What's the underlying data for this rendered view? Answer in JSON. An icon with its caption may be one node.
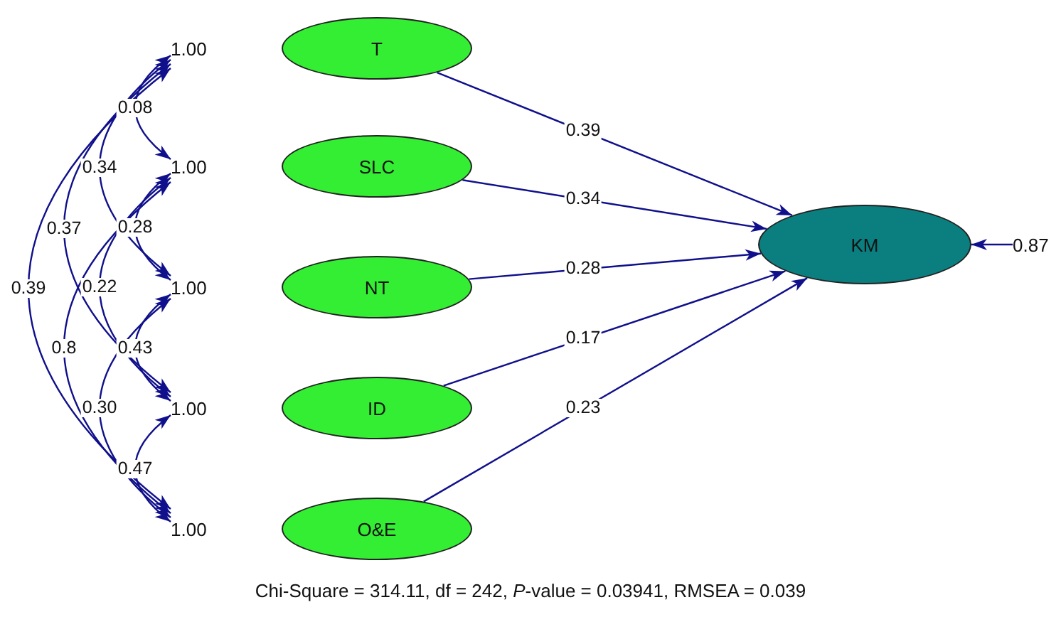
{
  "diagram": {
    "caption": "Chi-Square = 314.11, df = 242, *P*-value = 0.03941, RMSEA = 0.039",
    "nodes": [
      {
        "text": [
          "1.00"
        ]
      },
      {
        "text": [
          "1.00"
        ]
      },
      {
        "text": [
          "1.00"
        ]
      },
      {
        "text": [
          "1.00"
        ]
      },
      {
        "text": [
          "1.00"
        ]
      },
      {
        "text": [
          "T"
        ]
      },
      {
        "text": [
          "SLC"
        ]
      },
      {
        "text": [
          "NT"
        ]
      },
      {
        "text": [
          "ID"
        ]
      },
      {
        "text": [
          "O&E"
        ]
      },
      {
        "text": [
          "KM"
        ]
      },
      {
        "text": [
          "0.87"
        ]
      }
    ],
    "edges": [
      {
        "from": 0,
        "to": 1,
        "arrow": "both",
        "label": "0.08"
      },
      {
        "from": 0,
        "to": 2,
        "arrow": "both",
        "label": "0.34"
      },
      {
        "from": 0,
        "to": 3,
        "arrow": "both",
        "label": "0.37"
      },
      {
        "from": 1,
        "to": 2,
        "arrow": "both",
        "label": "0.28"
      },
      {
        "from": 0,
        "to": 4,
        "arrow": "both",
        "label": "0.39"
      },
      {
        "from": 1,
        "to": 3,
        "arrow": "both",
        "label": "0.22"
      },
      {
        "from": 1,
        "to": 4,
        "arrow": "both",
        "label": "0.8"
      },
      {
        "from": 2,
        "to": 3,
        "arrow": "both",
        "label": "0.43"
      },
      {
        "from": 2,
        "to": 4,
        "arrow": "both",
        "label": "0.30"
      },
      {
        "from": 3,
        "to": 4,
        "arrow": "both",
        "label": "0.47"
      },
      {
        "from": 5,
        "to": 10,
        "arrow": "to",
        "label": "0.39"
      },
      {
        "from": 6,
        "to": 10,
        "arrow": "to",
        "label": "0.34"
      },
      {
        "from": 7,
        "to": 10,
        "arrow": "to",
        "label": "0.28"
      },
      {
        "from": 8,
        "to": 10,
        "arrow": "to",
        "label": "0.17"
      },
      {
        "from": 9,
        "to": 10,
        "arrow": "to",
        "label": "0.23"
      },
      {
        "from": 11,
        "to": 10,
        "arrow": "to"
      }
    ]
  }
}
